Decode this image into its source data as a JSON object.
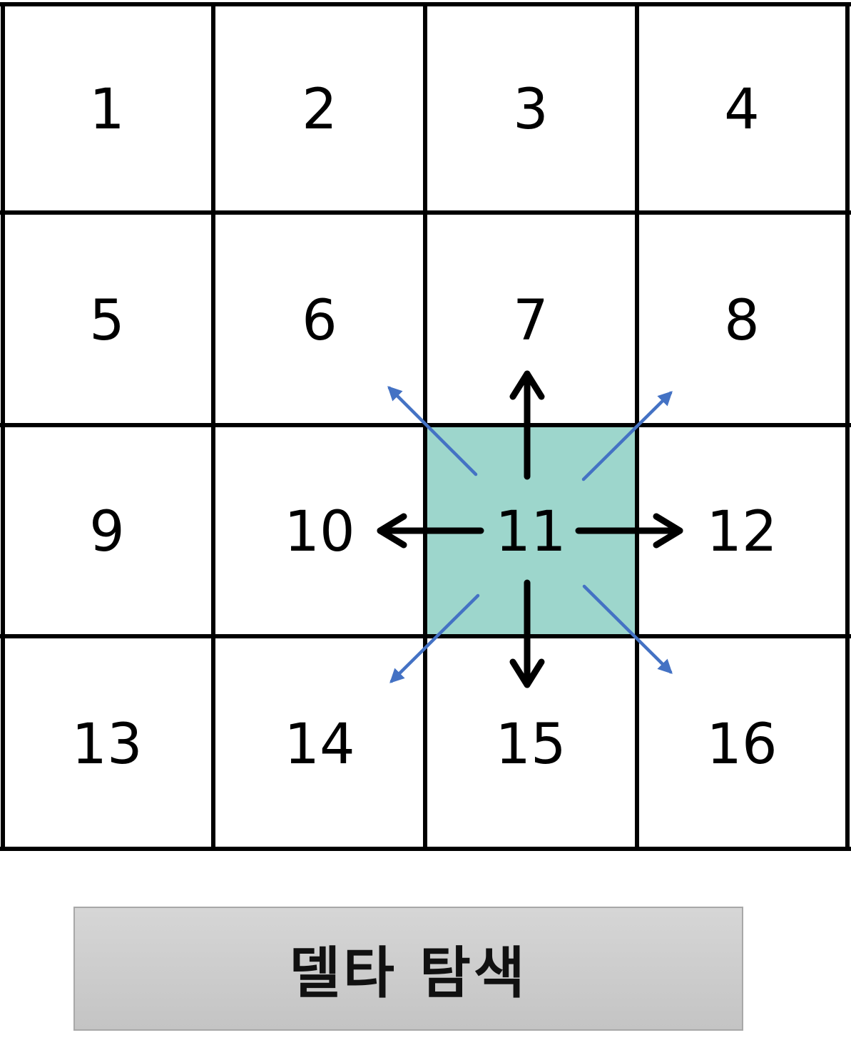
{
  "grid": {
    "cells": [
      "1",
      "2",
      "3",
      "4",
      "5",
      "6",
      "7",
      "8",
      "9",
      "10",
      "11",
      "12",
      "13",
      "14",
      "15",
      "16"
    ],
    "highlighted_cell": "11",
    "highlight_color": "#9dd6cc",
    "line_color": "#000000"
  },
  "arrows": {
    "orthogonal_color": "#000000",
    "diagonal_color": "#4472c4",
    "orthogonal_targets": [
      "7",
      "10",
      "12",
      "15"
    ],
    "diagonal_targets": [
      "6",
      "8",
      "14",
      "16"
    ]
  },
  "caption": {
    "label": "델타 탐색"
  }
}
